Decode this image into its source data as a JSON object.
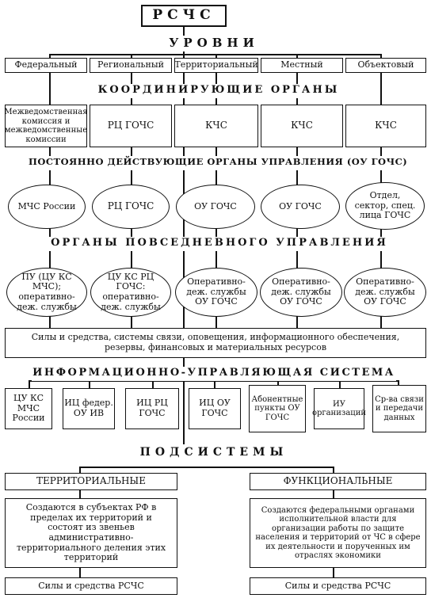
{
  "title": "РСЧС",
  "levels": {
    "header": "УРОВНИ",
    "items": [
      "Федеральный",
      "Региональный",
      "Территориальный",
      "Местный",
      "Объектовый"
    ]
  },
  "coordinating": {
    "header": "КООРДИНИРУЮЩИЕ ОРГАНЫ",
    "items": [
      "Межведомственная комиссия и межведомственные комиссии",
      "РЦ ГОЧС",
      "КЧС",
      "КЧС",
      "КЧС"
    ]
  },
  "permanent": {
    "header": "ПОСТОЯННО ДЕЙСТВУЮЩИЕ ОРГАНЫ УПРАВЛЕНИЯ (ОУ ГОЧС)",
    "items": [
      "МЧС России",
      "РЦ ГОЧС",
      "ОУ ГОЧС",
      "ОУ ГОЧС",
      "Отдел, сектор, спец. лица ГОЧС"
    ]
  },
  "daily": {
    "header": "ОРГАНЫ ПОВСЕДНЕВНОГО УПРАВЛЕНИЯ",
    "items": [
      "ПУ (ЦУ КС МЧС); оперативно-деж. службы",
      "ЦУ КС РЦ ГОЧС: оперативно-деж. службы",
      "Оперативно-деж. службы ОУ ГОЧС",
      "Оперативно-деж. службы ОУ ГОЧС",
      "Оперативно-деж. службы ОУ ГОЧС"
    ]
  },
  "forces_box": "Силы и средства, системы связи, оповещения, информационного обеспечения, резервы, финансовых и материальных ресурсов",
  "info_system": {
    "header": "ИНФОРМАЦИОННО-УПРАВЛЯЮЩАЯ СИСТЕМА",
    "items": [
      "ЦУ КС МЧС России",
      "ИЦ федер. ОУ ИВ",
      "ИЦ РЦ ГОЧС",
      "ИЦ ОУ ГОЧС",
      "Абонентные пункты ОУ ГОЧС",
      "ИУ организаций",
      "Ср-ва связи и передачи данных"
    ]
  },
  "subsystems": {
    "header": "ПОДСИСТЕМЫ",
    "territorial": {
      "title": "ТЕРРИТОРИАЛЬНЫЕ",
      "text": "Создаются в субъектах РФ в пределах их территорий и состоят из звеньев административно-территориального деления этих территорий",
      "forces": "Силы и средства РСЧС"
    },
    "functional": {
      "title": "ФУНКЦИОНАЛЬНЫЕ",
      "text": "Создаются федеральными органами исполнительной власти для организации работы по защите населения и территорий от ЧС в сфере их деятельности и порученных им отраслях экономики",
      "forces": "Силы и средства РСЧС"
    }
  }
}
